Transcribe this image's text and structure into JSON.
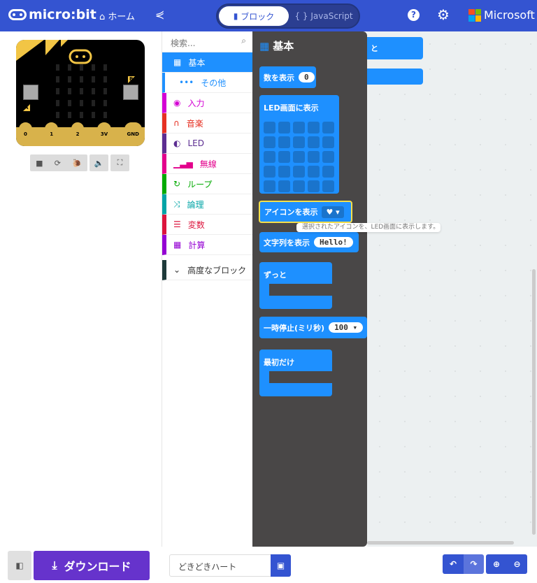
{
  "header": {
    "brand": "micro:bit",
    "home": "ホーム",
    "mode_blocks": "ブロック",
    "mode_js": "{ } JavaScript",
    "microsoft": "Microsoft",
    "accent": "#3454d1"
  },
  "simulator": {
    "pins": [
      "0",
      "1",
      "2",
      "3V",
      "GND"
    ],
    "button_a": "A",
    "button_b": "B",
    "controls": [
      "stop-icon",
      "restart-icon",
      "slow-mo-icon",
      "sound-icon",
      "fullscreen-icon"
    ]
  },
  "toolbox": {
    "search_placeholder": "検索...",
    "categories": [
      {
        "label": "基本",
        "color": "#1e90ff",
        "icon": "grid-icon"
      },
      {
        "label": "その他",
        "color": "#1e90ff",
        "icon": "more-icon"
      },
      {
        "label": "入力",
        "color": "#d400d4",
        "icon": "input-icon"
      },
      {
        "label": "音楽",
        "color": "#e63022",
        "icon": "headphones-icon"
      },
      {
        "label": "LED",
        "color": "#5c2d91",
        "icon": "toggle-icon"
      },
      {
        "label": "無線",
        "color": "#e3008c",
        "icon": "signal-icon"
      },
      {
        "label": "ループ",
        "color": "#00aa00",
        "icon": "loop-icon"
      },
      {
        "label": "論理",
        "color": "#00a4a6",
        "icon": "shuffle-icon"
      },
      {
        "label": "変数",
        "color": "#dc143c",
        "icon": "list-icon"
      },
      {
        "label": "計算",
        "color": "#9400d3",
        "icon": "calculator-icon"
      },
      {
        "label": "高度なブロック",
        "color": "#1e3a3a",
        "icon": "chevron-down-icon"
      }
    ]
  },
  "flyout": {
    "title": "基本",
    "blocks": {
      "show_number": "数を表示",
      "show_number_value": "0",
      "show_leds": "LED画面に表示",
      "show_icon": "アイコンを表示",
      "show_string": "文字列を表示",
      "show_string_value": "Hello!",
      "forever": "ずっと",
      "pause": "一時停止(ミリ秒)",
      "pause_value": "100",
      "on_start": "最初だけ"
    }
  },
  "tooltip": "選択されたアイコンを、LED画面に表示します。",
  "workspace": {
    "partial_block": "と"
  },
  "bottom": {
    "download": "ダウンロード",
    "project_name": "どきどきハート"
  }
}
